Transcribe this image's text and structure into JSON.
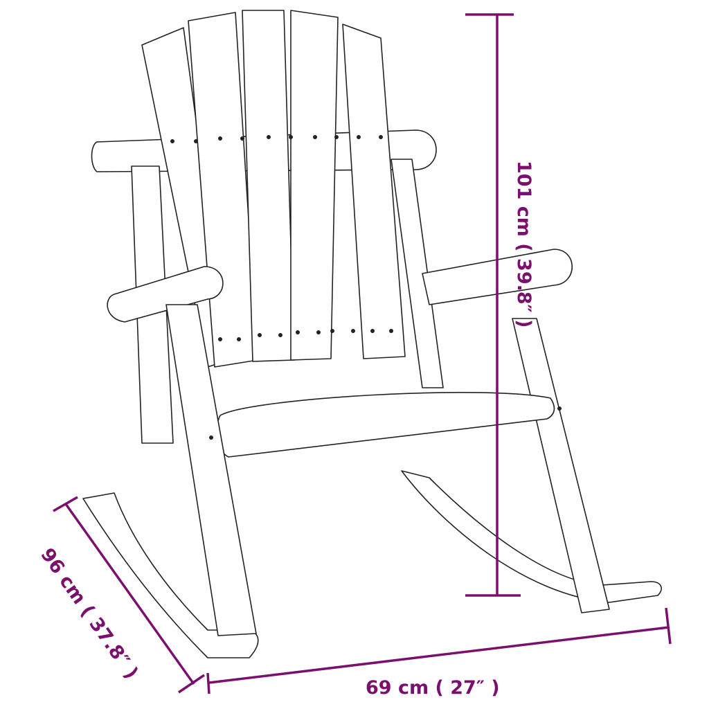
{
  "diagram": {
    "subject": "Wooden Adirondack rocking chair line drawing",
    "accent_color": "#7b0f6e",
    "line_color": "#222222",
    "dimensions": {
      "height": {
        "label": "101 cm ( 39.8″ )",
        "value_cm": 101,
        "value_in": 39.8
      },
      "depth": {
        "label": "96 cm ( 37.8″ )",
        "value_cm": 96,
        "value_in": 37.8
      },
      "width": {
        "label": "69 cm ( 27″ )",
        "value_cm": 69,
        "value_in": 27
      }
    }
  }
}
